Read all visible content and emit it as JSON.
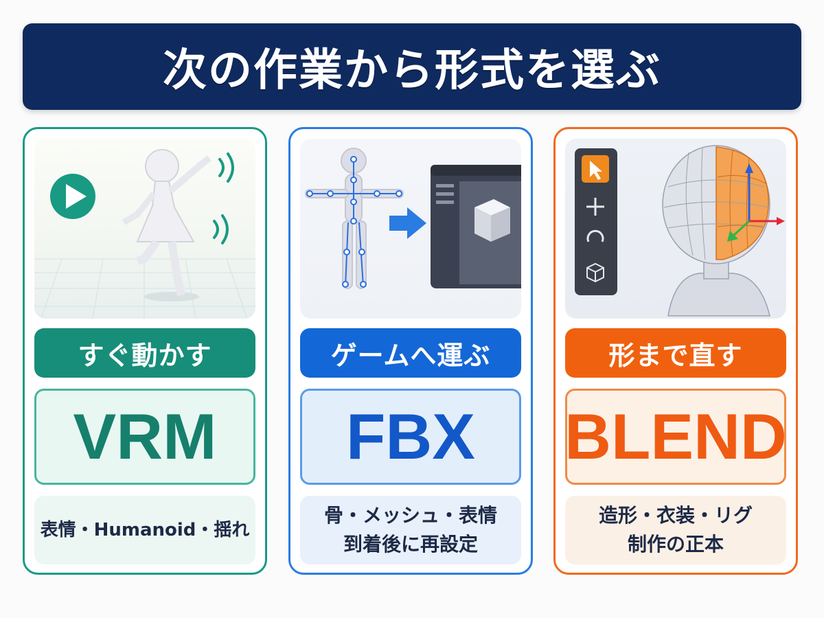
{
  "header": {
    "title": "次の作業から形式を選ぶ"
  },
  "cards": [
    {
      "tag": "すぐ動かす",
      "format": "VRM",
      "desc_lines": [
        "表情・Humanoid・揺れ"
      ],
      "accent": "#1a9a83",
      "illustration_icons": [
        "play-icon",
        "dancing-figure",
        "motion-wave-icon"
      ]
    },
    {
      "tag": "ゲームへ運ぶ",
      "format": "FBX",
      "desc_lines": [
        "骨・メッシュ・表情",
        "到着後に再設定"
      ],
      "accent": "#2a7ce0",
      "illustration_icons": [
        "rigged-skeleton-figure",
        "arrow-right-icon",
        "engine-window-cube"
      ]
    },
    {
      "tag": "形まで直す",
      "format": "BLEND",
      "desc_lines": [
        "造形・衣装・リグ",
        "制作の正本"
      ],
      "accent": "#ef6a1f",
      "illustration_icons": [
        "cursor-select-icon",
        "move-icon",
        "rotate-icon",
        "cube-icon",
        "wireframe-head",
        "xyz-gizmo-icon"
      ]
    }
  ]
}
